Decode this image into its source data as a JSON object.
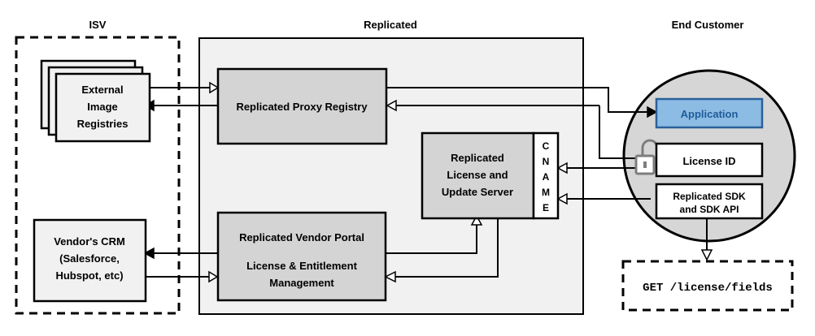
{
  "groups": [
    {
      "id": "isv",
      "title": "ISV"
    },
    {
      "id": "replicated",
      "title": "Replicated"
    },
    {
      "id": "end_customer",
      "title": "End Customer"
    }
  ],
  "isv": {
    "title": "ISV",
    "boxes": {
      "registries": {
        "lines": [
          "External",
          "Image",
          "Registries"
        ]
      },
      "crm": {
        "lines": [
          "Vendor's CRM",
          "(Salesforce,",
          "Hubspot, etc)"
        ]
      }
    }
  },
  "replicated": {
    "title": "Replicated",
    "boxes": {
      "proxy_registry": {
        "lines": [
          "Replicated Proxy Registry"
        ]
      },
      "license_server": {
        "lines": [
          "Replicated",
          "License and",
          "Update Server"
        ]
      },
      "cname": {
        "letters": [
          "C",
          "N",
          "A",
          "M",
          "E"
        ],
        "label": "CNAME"
      },
      "vendor_portal": {
        "lines": [
          "Replicated Vendor Portal",
          "",
          "License & Entitlement",
          "Management"
        ]
      }
    }
  },
  "end_customer": {
    "title": "End Customer",
    "boxes": {
      "application": {
        "label": "Application"
      },
      "license_id": {
        "label": "License ID"
      },
      "sdk": {
        "lines": [
          "Replicated SDK",
          "and SDK API"
        ]
      },
      "api_call": {
        "label": "GET /license/fields"
      }
    },
    "icons": {
      "lock": "unlock-icon"
    }
  },
  "colors": {
    "group_fill": "#f1f1f1",
    "box_fill": "#d4d4d4",
    "light_box_fill": "#f1f1f1",
    "circle_fill": "#d6d6d6",
    "application_fill": "#8cbce4",
    "application_stroke": "#2a6099",
    "application_text": "#1f5c99",
    "white": "#ffffff",
    "stroke": "#000000",
    "lock": "#7d7d7d"
  }
}
